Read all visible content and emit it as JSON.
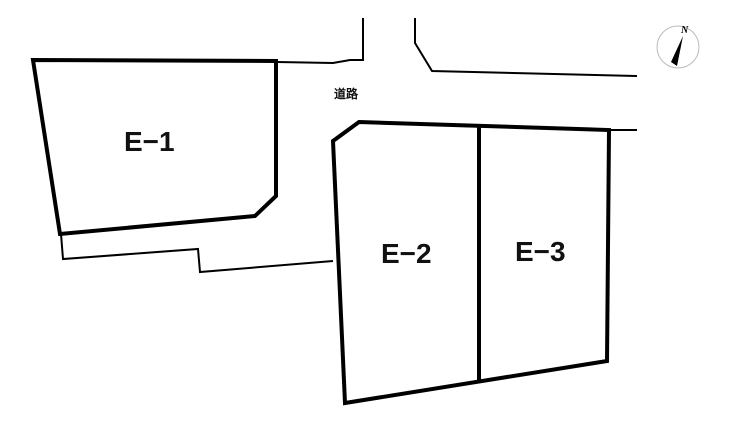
{
  "diagram": {
    "type": "site-plan",
    "road_label": "道路",
    "lots": [
      {
        "id": "E-1",
        "label": "E−1"
      },
      {
        "id": "E-2",
        "label": "E−2"
      },
      {
        "id": "E-3",
        "label": "E−3"
      }
    ],
    "compass": {
      "label": "N"
    },
    "colors": {
      "line": "#000000",
      "background": "#ffffff",
      "compass_circle": "#bbbbbb"
    }
  }
}
